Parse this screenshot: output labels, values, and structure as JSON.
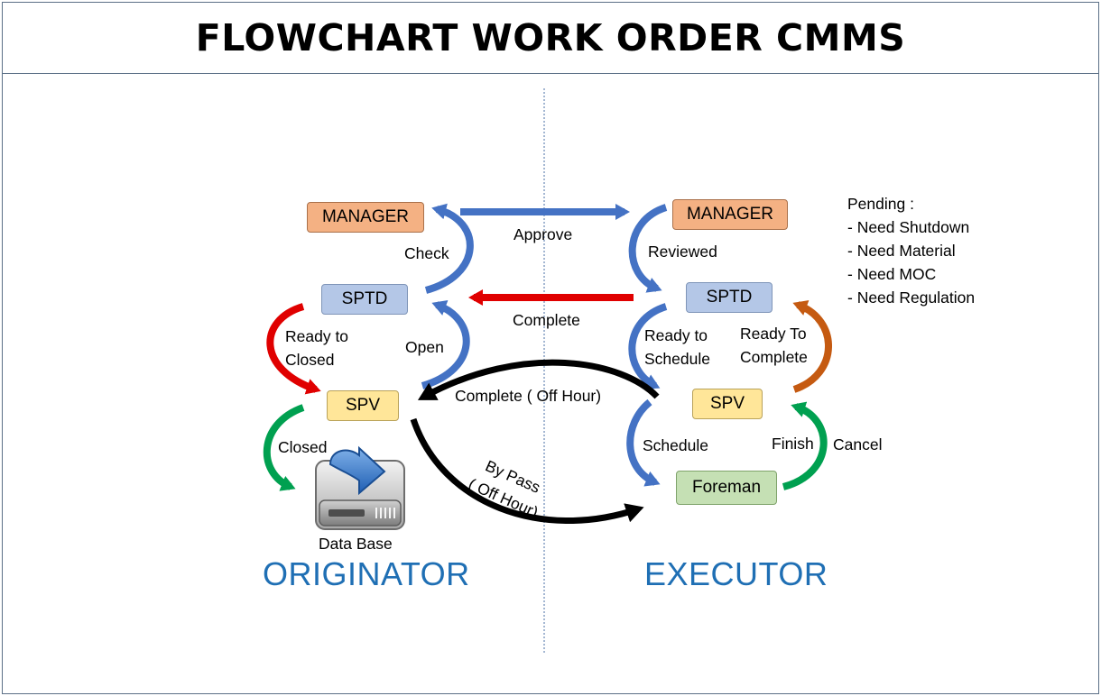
{
  "title": "FLOWCHART WORK ORDER CMMS",
  "sides": {
    "left": "ORIGINATOR",
    "right": "EXECUTOR"
  },
  "nodes": {
    "orig_manager": "MANAGER",
    "orig_sptd": "SPTD",
    "orig_spv": "SPV",
    "exec_manager": "MANAGER",
    "exec_sptd": "SPTD",
    "exec_spv": "SPV",
    "foreman": "Foreman",
    "database": "Data Base"
  },
  "edges": {
    "approve": "Approve",
    "complete": "Complete",
    "check": "Check",
    "open": "Open",
    "ready_to_closed": [
      "Ready to",
      "Closed"
    ],
    "closed": "Closed",
    "reviewed": "Reviewed",
    "ready_to_schedule": [
      "Ready to",
      "Schedule"
    ],
    "ready_to_complete": [
      "Ready To",
      "Complete"
    ],
    "schedule": "Schedule",
    "finish": "Finish",
    "cancel": "Cancel",
    "complete_off_hour": "Complete ( Off Hour)",
    "by_pass": [
      "By Pass",
      "( Off Hour)"
    ]
  },
  "pending": {
    "heading": "Pending :",
    "items": [
      "- Need Shutdown",
      "- Need Material",
      "- Need MOC",
      "- Need Regulation"
    ]
  },
  "colors": {
    "blue_arrow": "#4472c4",
    "red_arrow": "#e00000",
    "green_arrow": "#00a050",
    "orange_arrow": "#c55a11",
    "black_arrow": "#000000",
    "title_border": "#5b6f86",
    "side_label": "#1f6fb4"
  }
}
